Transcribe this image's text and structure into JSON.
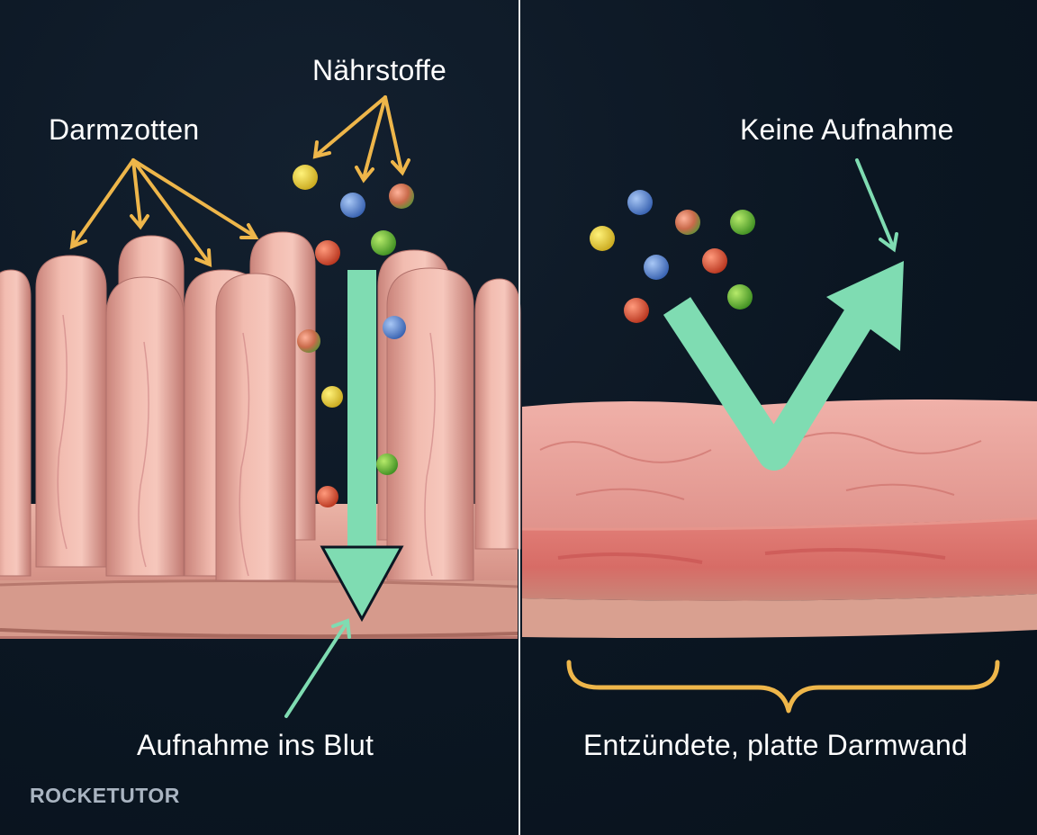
{
  "labels": {
    "villi": "Darmzotten",
    "nutrients": "Nährstoffe",
    "no_absorption": "Keine Aufnahme",
    "absorption_blood": "Aufnahme ins Blut",
    "inflamed_wall": "Entzündete, platte Darmwand"
  },
  "logo": {
    "text": "ROCKETUTOR"
  },
  "colors": {
    "background": "#0b1622",
    "label_arrows": "#eeb64a",
    "flow_arrow": "#7fdcb2",
    "divider": "#e6e6e6",
    "tissue": "#e7a79b",
    "inflamed_tissue": "#d9726c",
    "text": "#ffffff"
  }
}
